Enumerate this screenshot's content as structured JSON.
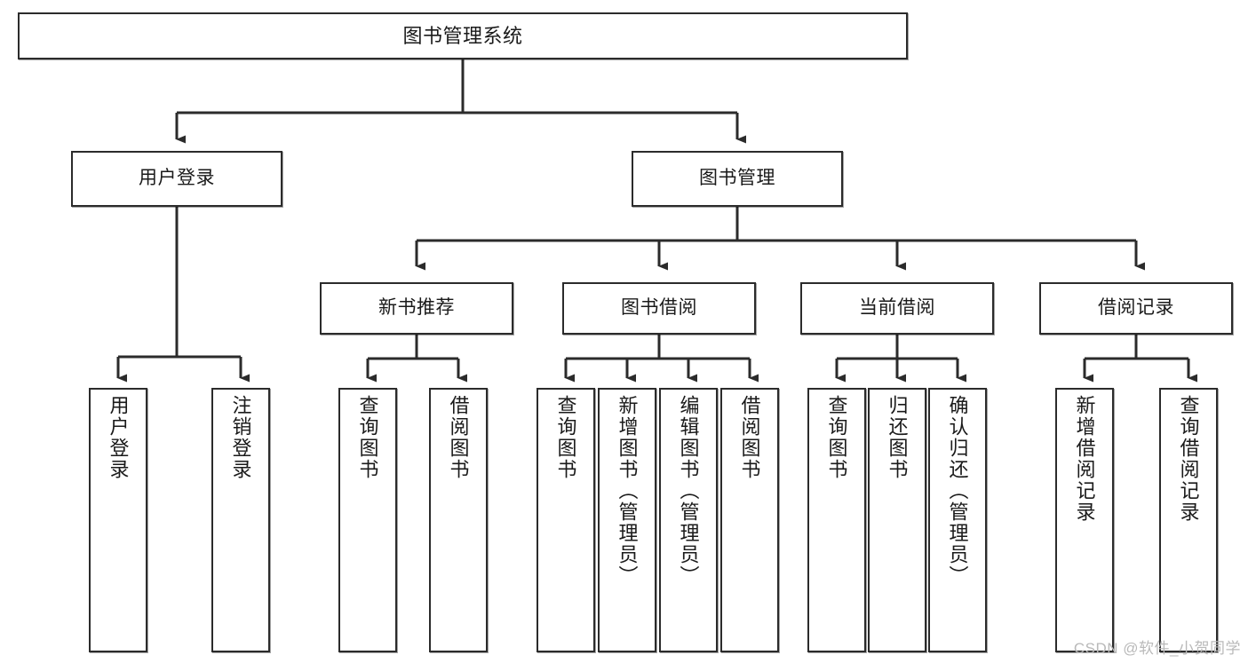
{
  "diagram": {
    "title": "图书管理系统",
    "type": "tree-hierarchy-chart",
    "root": {
      "label": "图书管理系统"
    },
    "level2": [
      {
        "label": "用户登录"
      },
      {
        "label": "图书管理"
      }
    ],
    "level3": [
      {
        "label": "新书推荐"
      },
      {
        "label": "图书借阅"
      },
      {
        "label": "当前借阅"
      },
      {
        "label": "借阅记录"
      }
    ],
    "leaves": {
      "user_login": [
        {
          "label": "用户登录"
        },
        {
          "label": "注销登录"
        }
      ],
      "new_book_recommend": [
        {
          "label": "查询图书"
        },
        {
          "label": "借阅图书"
        }
      ],
      "book_borrow": [
        {
          "label": "查询图书"
        },
        {
          "label": "新增图书（管理员）"
        },
        {
          "label": "编辑图书（管理员）"
        },
        {
          "label": "借阅图书"
        }
      ],
      "current_borrow": [
        {
          "label": "查询图书"
        },
        {
          "label": "归还图书"
        },
        {
          "label": "确认归还（管理员）"
        }
      ],
      "borrow_record": [
        {
          "label": "新增借阅记录"
        },
        {
          "label": "查询借阅记录"
        }
      ]
    }
  },
  "watermark": {
    "text": "CSDN @软件_小贺同学"
  },
  "colors": {
    "border": "#2b2b2b",
    "background": "#ffffff",
    "text": "#1a1a1a",
    "watermark": "#b9b9b9"
  }
}
